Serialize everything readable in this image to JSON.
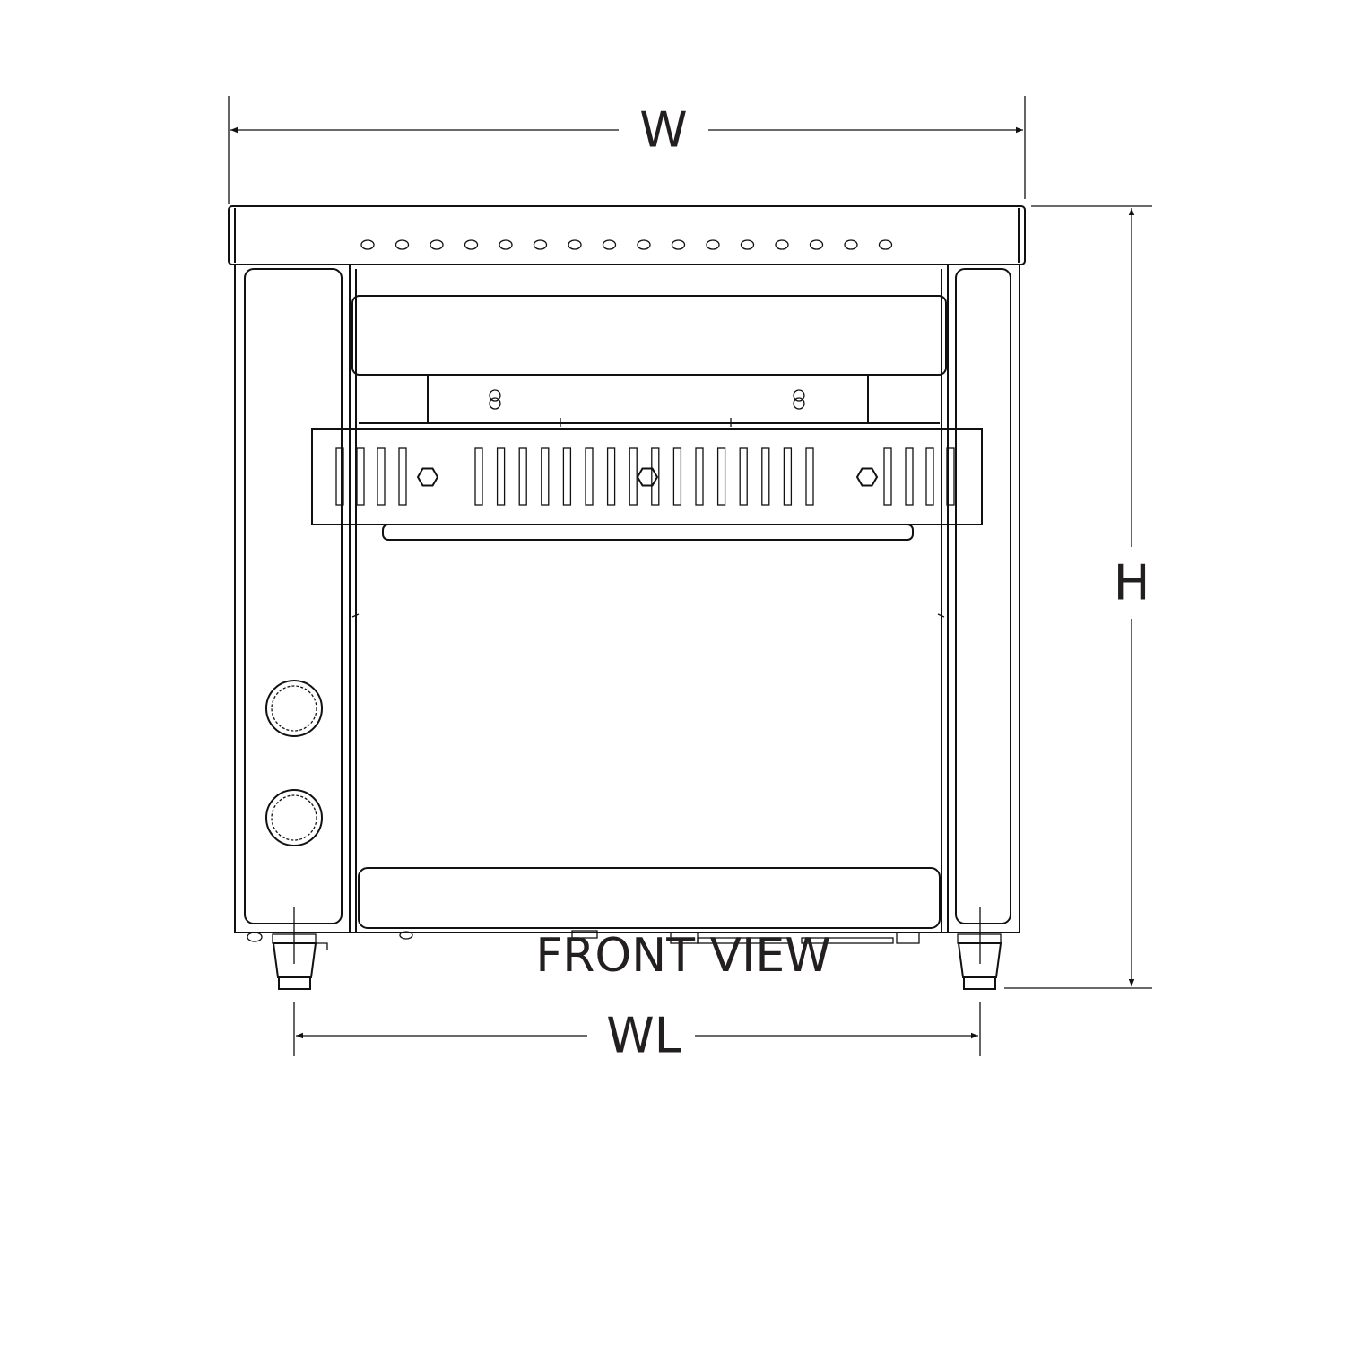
{
  "dimensions": {
    "width_label": "W",
    "height_label": "H",
    "leg_width_label": "WL"
  },
  "caption": "FRONT VIEW",
  "colors": {
    "line": "#111111",
    "text": "#231f20",
    "background": "#ffffff"
  }
}
